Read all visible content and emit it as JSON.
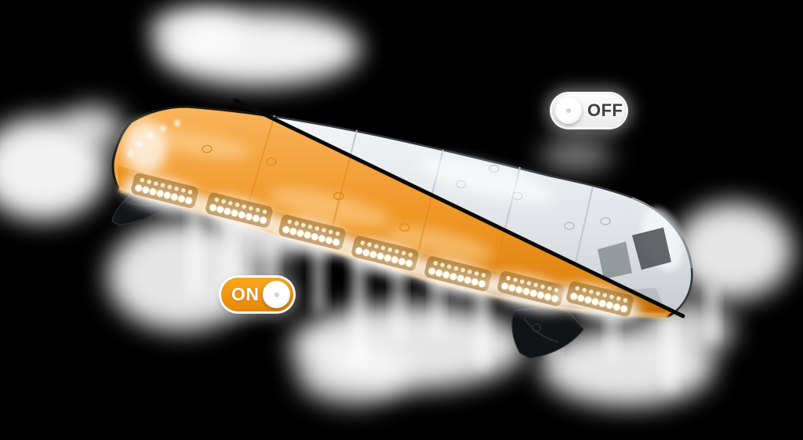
{
  "toggles": {
    "on": {
      "label": "ON",
      "state": "on",
      "knob_position": "right",
      "pill_color": "#ef930f",
      "label_color": "#ffffff"
    },
    "off": {
      "label": "OFF",
      "state": "off",
      "knob_position": "left",
      "pill_color": "#f6f6f6",
      "label_color": "#3e4042"
    }
  },
  "lightbar": {
    "on_section_color": "#f29a28",
    "off_section_color": "#e7eaed",
    "led_glow_color": "#ffffff",
    "divider_color": "#0b0a09",
    "mounting_foot_color": "#141518",
    "background_color": "#000000"
  }
}
